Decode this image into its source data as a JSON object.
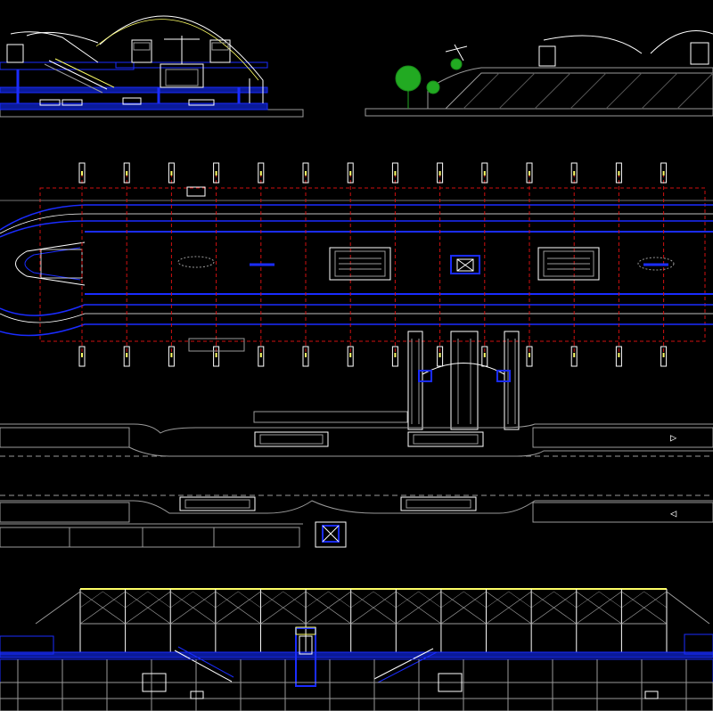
{
  "colors": {
    "background": "#000000",
    "white": "#ffffff",
    "blue": "#1a2cff",
    "dark_blue": "#0a1a9a",
    "grey": "#9a9a9a",
    "yellow": "#ffff66",
    "red_dashed": "#d01010",
    "green": "#22aa22",
    "cyan": "#6fd6ff"
  },
  "drawing": {
    "column_grid_count": 14,
    "escalator_blocks": 2,
    "elevator_blocks": 1,
    "truss_bays": 13
  },
  "markers": {
    "direction_right": "▷",
    "direction_left": "◁"
  }
}
